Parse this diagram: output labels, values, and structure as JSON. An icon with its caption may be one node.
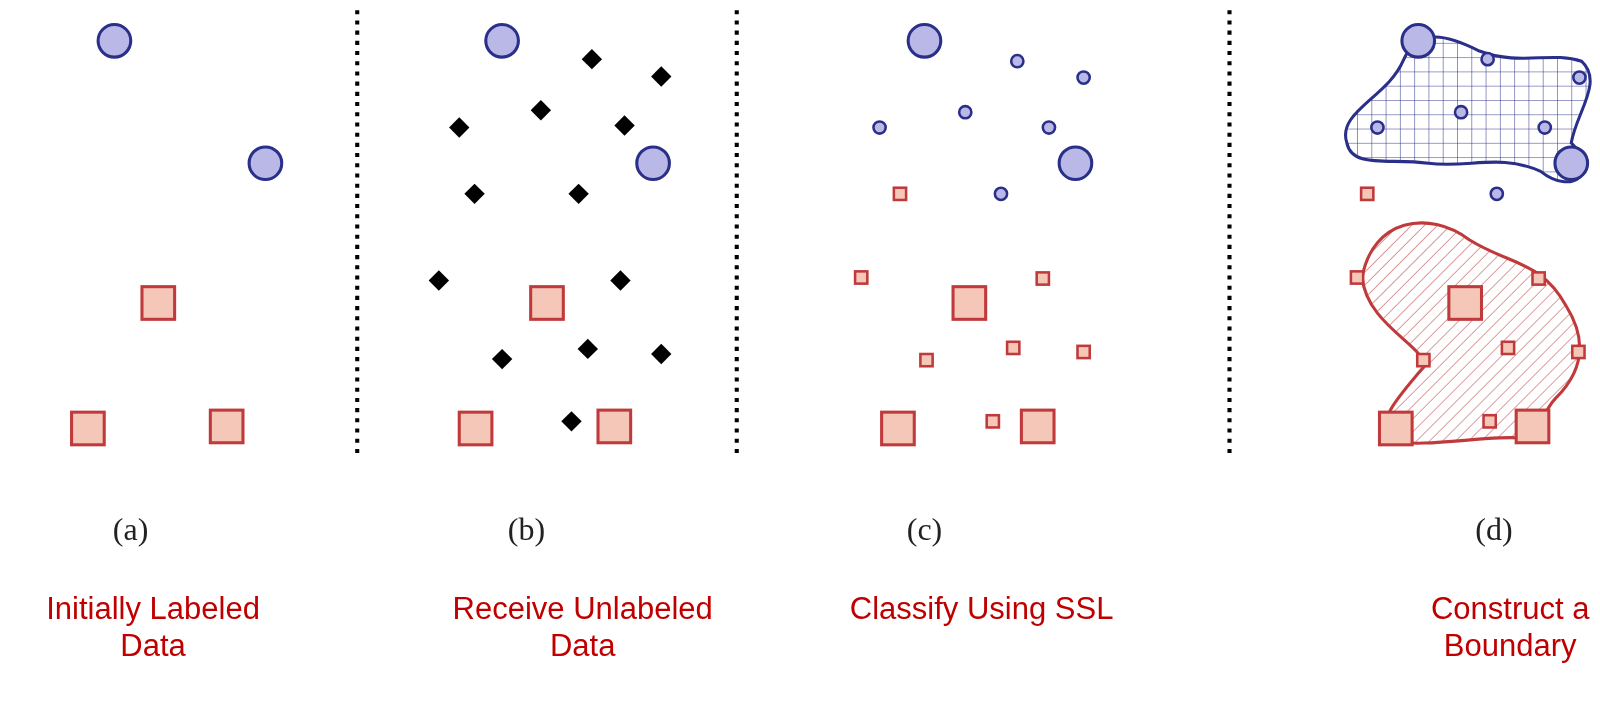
{
  "diagram": {
    "labels": [
      "(a)",
      "(b)",
      "(c)",
      "(d)",
      "Initially Labeled Data",
      "Receive Unlabeled Data",
      "Classify Using SSL",
      "Construct a Boundary"
    ]
  }
}
